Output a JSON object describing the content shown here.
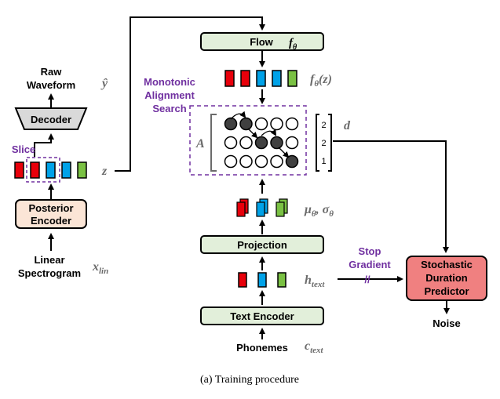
{
  "caption": "(a) Training procedure",
  "blocks": {
    "flow": "Flow",
    "flow_math": "f",
    "flow_math_sub": "θ",
    "decoder": "Decoder",
    "posterior_line1": "Posterior",
    "posterior_line2": "Encoder",
    "projection": "Projection",
    "text_encoder": "Text Encoder",
    "sdp_line1": "Stochastic",
    "sdp_line2": "Duration",
    "sdp_line3": "Predictor"
  },
  "labels": {
    "raw_line1": "Raw",
    "raw_line2": "Waveform",
    "slice": "Slice",
    "linear_line1": "Linear",
    "linear_line2": "Spectrogram",
    "phonemes": "Phonemes",
    "noise": "Noise",
    "mas_line1": "Monotonic",
    "mas_line2": "Alignment",
    "mas_line3": "Search",
    "stop_line1": "Stop",
    "stop_line2": "Gradient",
    "stop_mark": "//"
  },
  "math": {
    "y_hat": "ŷ",
    "z": "z",
    "x_lin": "x",
    "x_lin_sub": "lin",
    "f_theta_z": "f",
    "f_theta_z_sub": "θ",
    "f_theta_z_tail": "(z)",
    "mu_sigma": "μ",
    "mu_sub": "θ",
    "sigma": ", σ",
    "sigma_sub": "θ",
    "h_text": "h",
    "h_text_sub": "text",
    "c_text": "c",
    "c_text_sub": "text",
    "A": "A",
    "d": "d"
  },
  "durations": [
    "2",
    "2",
    "1"
  ],
  "alignment_rows": [
    [
      1,
      1,
      0,
      0,
      0
    ],
    [
      0,
      0,
      1,
      1,
      0
    ],
    [
      0,
      0,
      0,
      0,
      1
    ]
  ],
  "colors": {
    "red": "#e8000b",
    "blue": "#00a2e8",
    "green": "#7ac143",
    "green_box": "#e2efda",
    "orange_box": "#fbe5d6",
    "sdp_box": "#f08080",
    "purple": "#7030a0",
    "dark_dot": "#404040"
  }
}
